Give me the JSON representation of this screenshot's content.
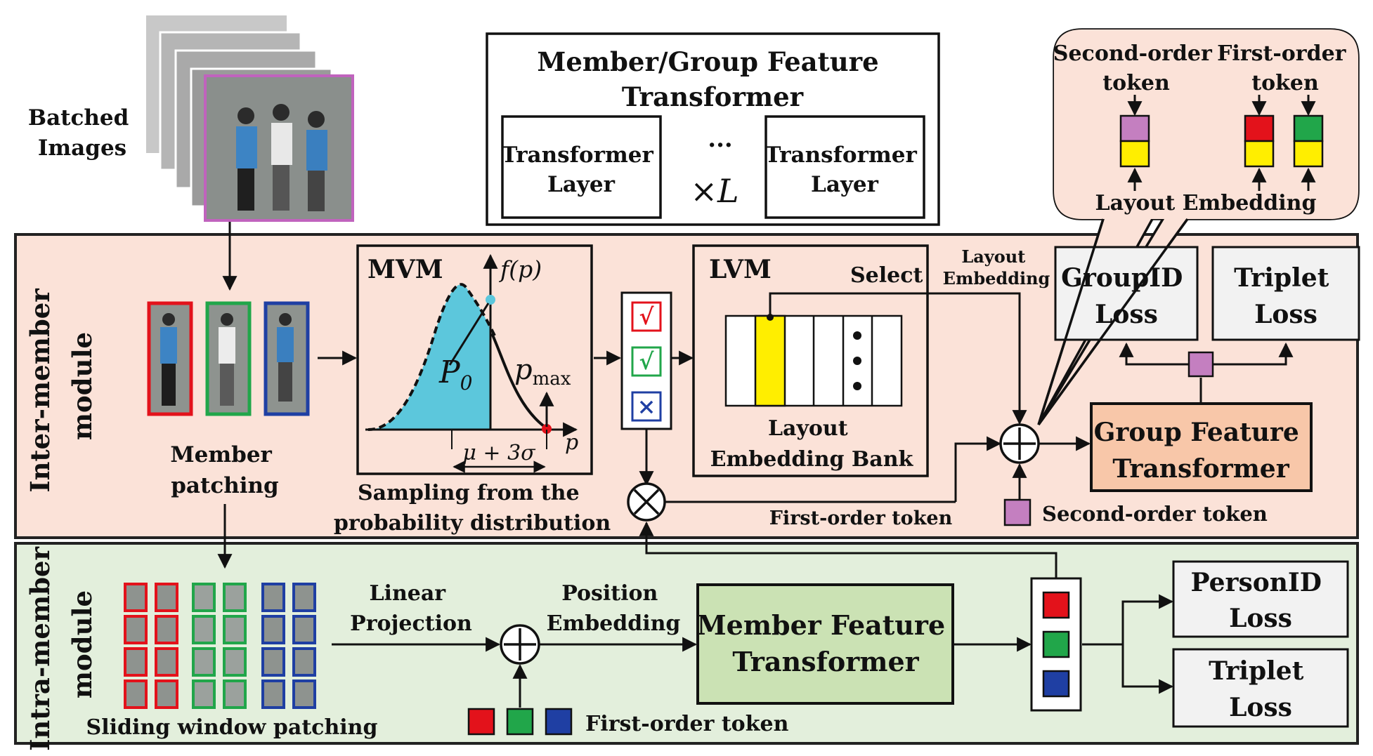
{
  "colors": {
    "inter_bg": "#fbe2d8",
    "intra_bg": "#e3efdc",
    "callout_bg": "#fbe2d8",
    "gft_fill": "#f8c7a9",
    "mft_fill": "#cbe2b4",
    "loss_fill": "#f2f2f2",
    "red": "#e3121b",
    "green": "#21a64a",
    "blue": "#1f3fa3",
    "yellow": "#ffee00",
    "purple": "#c47fc0",
    "dist_fill": "#5cc7dc"
  },
  "top": {
    "batched_images": [
      "Batched",
      "Images"
    ],
    "feature_transformer_title": [
      "Member/Group Feature",
      "Transformer"
    ],
    "transformer_layer_left": [
      "Transformer",
      "Layer"
    ],
    "transformer_layer_right": [
      "Transformer",
      "Layer"
    ],
    "dots": "···",
    "times_l": "×L"
  },
  "callout": {
    "second_order_token": [
      "Second-order",
      "token"
    ],
    "first_order_token": [
      "First-order",
      "token"
    ],
    "layout_embedding": "Layout Embedding"
  },
  "inter": {
    "module_label": [
      "Inter-member",
      "module"
    ],
    "member_patching": [
      "Member",
      "patching"
    ],
    "mvm": "MVM",
    "fp_label": "f(p)",
    "p0_label": "P",
    "p0_sub": "0",
    "pmax_label": "p",
    "pmax_sub": "max",
    "p_axis": "p",
    "mu_sigma": "μ + 3σ",
    "sampling_caption": [
      "Sampling from the",
      "probability distribution"
    ],
    "mask_symbols": [
      "√",
      "√",
      "×"
    ],
    "lvm": "LVM",
    "select": "Select",
    "bank_caption": [
      "Layout",
      "Embedding Bank"
    ],
    "layout_embedding_arrow": [
      "Layout",
      "Embedding"
    ],
    "first_order_token": "First-order token",
    "second_order_token": "Second-order token",
    "group_feature_transformer": [
      "Group Feature",
      "Transformer"
    ],
    "groupid_loss": [
      "GroupID",
      "Loss"
    ],
    "triplet_loss": [
      "Triplet",
      "Loss"
    ]
  },
  "intra": {
    "module_label": [
      "Intra-member",
      "module"
    ],
    "sliding_window": "Sliding window patching",
    "linear_projection": [
      "Linear",
      "Projection"
    ],
    "position_embedding": [
      "Position",
      "Embedding"
    ],
    "member_feature_transformer": [
      "Member Feature",
      "Transformer"
    ],
    "first_order_token": "First-order token",
    "personid_loss": [
      "PersonID",
      "Loss"
    ],
    "triplet_loss": [
      "Triplet",
      "Loss"
    ]
  }
}
